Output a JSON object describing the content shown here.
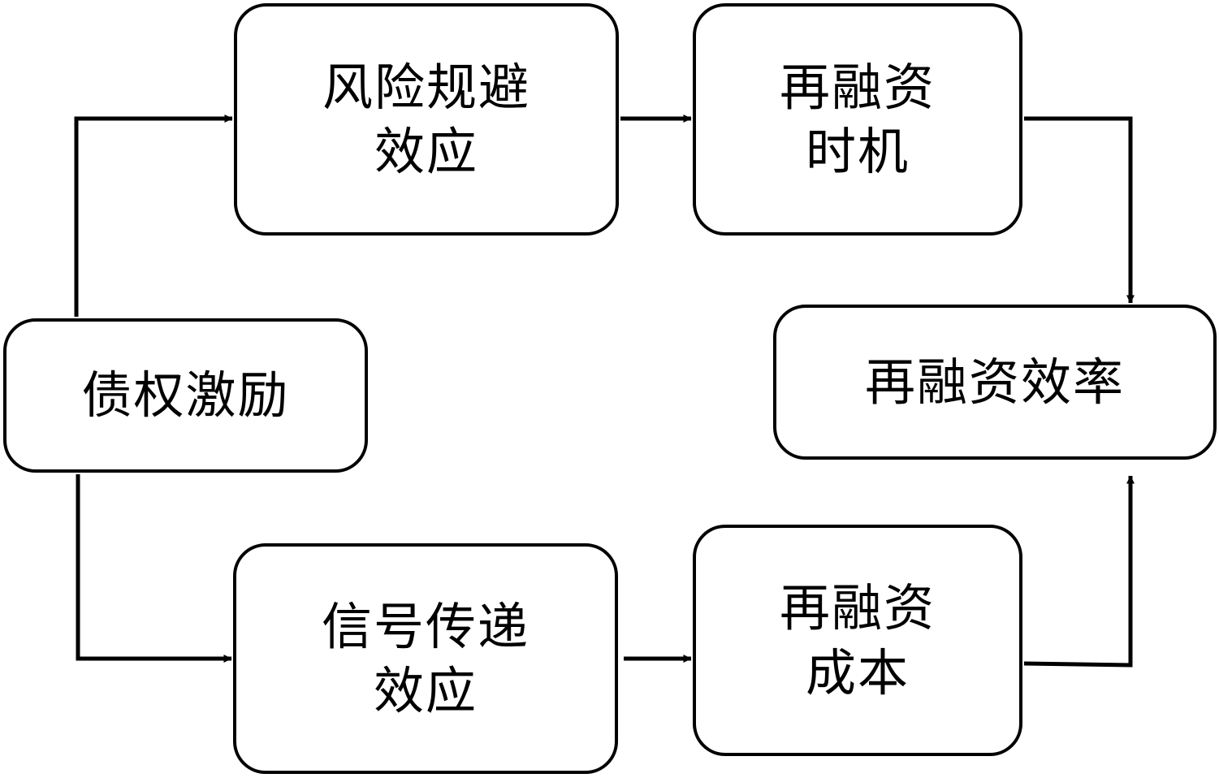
{
  "diagram": {
    "nodes": {
      "debt_incentive": {
        "line1": "债权激励"
      },
      "risk_avoidance": {
        "line1": "风险规避",
        "line2": "效应"
      },
      "refinancing_timing": {
        "line1": "再融资",
        "line2": "时机"
      },
      "refinancing_efficiency": {
        "line1": "再融资效率"
      },
      "signal_transmission": {
        "line1": "信号传递",
        "line2": "效应"
      },
      "refinancing_cost": {
        "line1": "再融资",
        "line2": "成本"
      }
    },
    "edges": [
      {
        "from": "债权激励",
        "to": "风险规避效应"
      },
      {
        "from": "风险规避效应",
        "to": "再融资时机"
      },
      {
        "from": "再融资时机",
        "to": "再融资效率"
      },
      {
        "from": "债权激励",
        "to": "信号传递效应"
      },
      {
        "from": "信号传递效应",
        "to": "再融资成本"
      },
      {
        "from": "再融资成本",
        "to": "再融资效率"
      }
    ],
    "colors": {
      "stroke": "#000000",
      "background": "#ffffff"
    }
  }
}
